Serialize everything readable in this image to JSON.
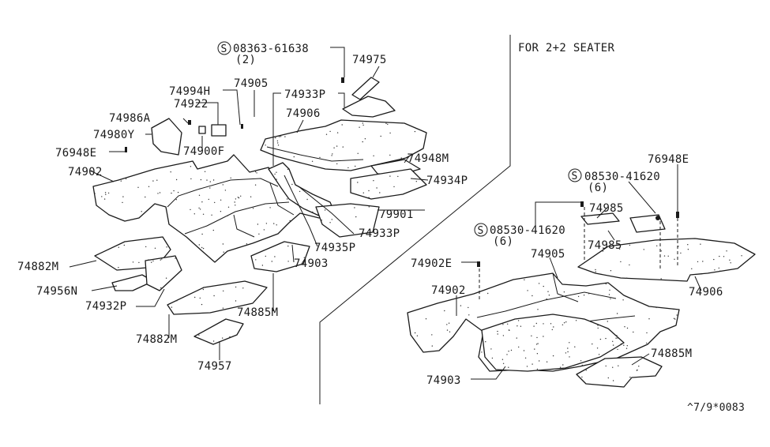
{
  "section_title": "FOR 2+2 SEATER",
  "catalog_ref": "^7/9*0083",
  "screws": [
    {
      "part": "08363-61638",
      "qty": "(2)"
    },
    {
      "part": "08530-41620",
      "qty": "(6)"
    },
    {
      "part": "08530-41620",
      "qty": "(6)"
    }
  ],
  "screw_symbol": "S",
  "labels": {
    "p74975": "74975",
    "p74905a": "74905",
    "p74994H": "74994H",
    "p74933Pa": "74933P",
    "p74922": "74922",
    "p74906a": "74906",
    "p74986A": "74986A",
    "p74980Y": "74980Y",
    "p74900F": "74900F",
    "p76948Ea": "76948E",
    "p74948M": "74948M",
    "p74902a": "74902",
    "p74934P": "74934P",
    "p79901": "79901",
    "p74933Pb": "74933P",
    "p74935P": "74935P",
    "p74882Ma": "74882M",
    "p74903a": "74903",
    "p74956N": "74956N",
    "p74932P": "74932P",
    "p74885Ma": "74885M",
    "p74882Mb": "74882M",
    "p74957": "74957",
    "p76948Eb": "76948E",
    "p74985a": "74985",
    "p74985b": "74985",
    "p74905b": "74905",
    "p74906b": "74906",
    "p74902E": "74902E",
    "p74902b": "74902",
    "p74885Mb": "74885M",
    "p74903b": "74903"
  }
}
